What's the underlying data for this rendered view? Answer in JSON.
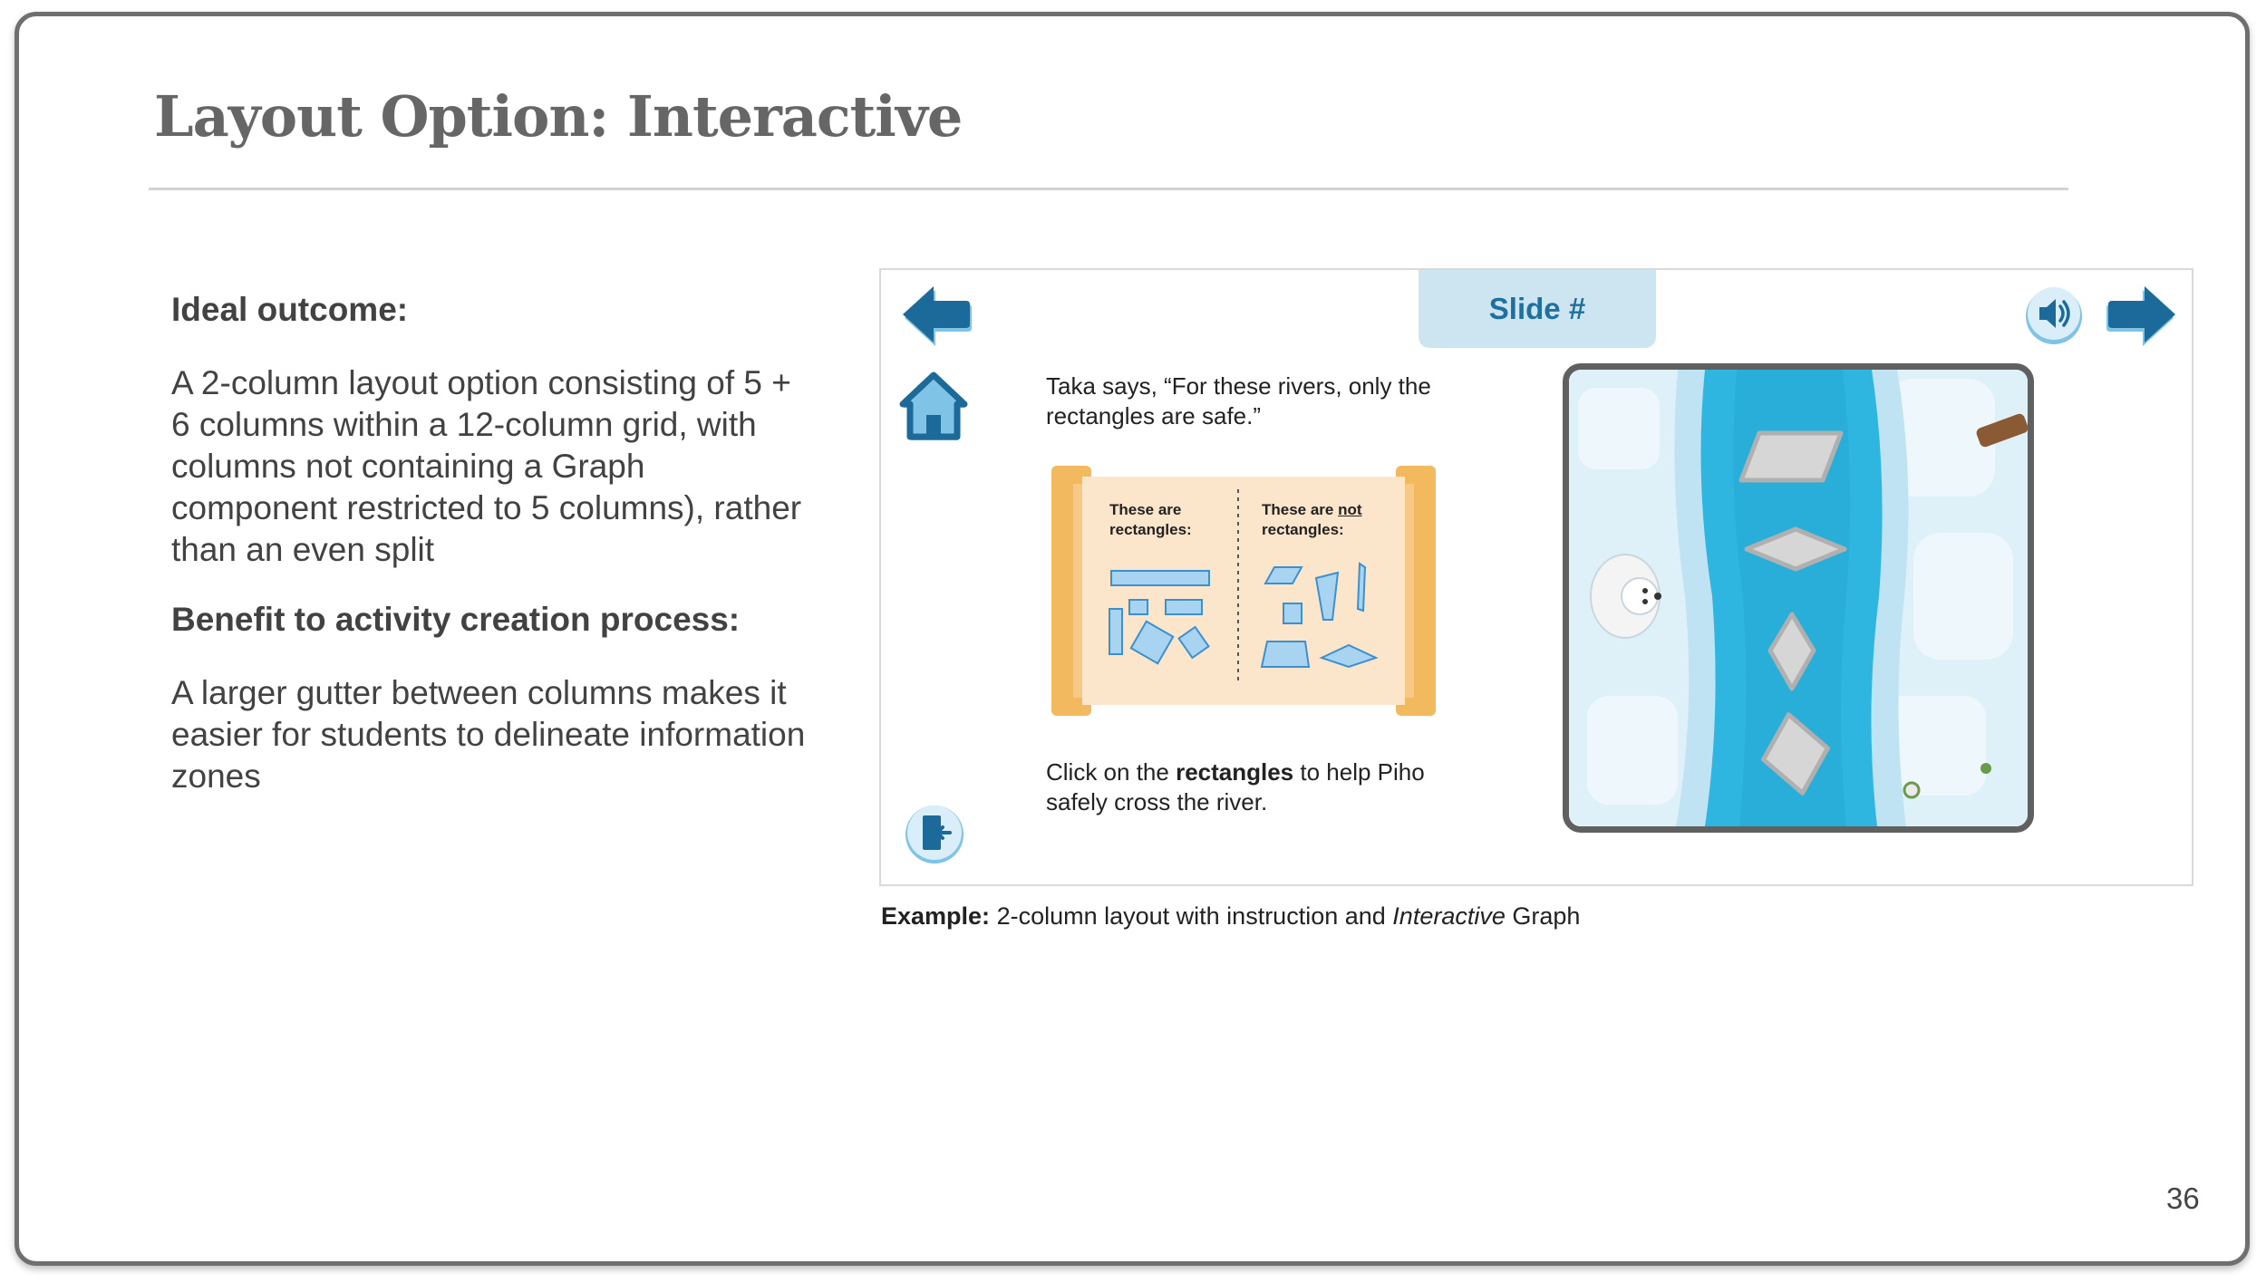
{
  "slide": {
    "title": "Layout Option: Interactive",
    "page_number": "36",
    "ideal_outcome_heading": "Ideal outcome:",
    "ideal_outcome_text": "A 2-column layout option consisting of 5 + 6 columns within a 12-column grid, with columns not containing a Graph component restricted to 5 columns), rather than an even split",
    "benefit_heading": "Benefit to activity creation process:",
    "benefit_text": "A larger gutter between columns makes it easier for students to delineate information zones"
  },
  "example": {
    "slide_tab_label": "Slide #",
    "instruction_top": "Taka says, “For these rivers, only the rectangles are safe.”",
    "scroll_left_label": "These are rectangles:",
    "scroll_right_label_prefix": "These are ",
    "scroll_right_label_emph": "not",
    "scroll_right_label_suffix": " rectangles:",
    "instruction_bottom_prefix": "Click on the ",
    "instruction_bottom_emph": "rectangles",
    "instruction_bottom_suffix": " to help Piho safely cross the river.",
    "icons": [
      "back-arrow-icon",
      "home-icon",
      "exit-icon",
      "speaker-icon",
      "forward-arrow-icon"
    ]
  },
  "caption": {
    "bold": "Example:",
    "text_before": " 2-column layout with instruction and ",
    "italic": "Interactive",
    "text_after": " Graph"
  },
  "colors": {
    "title": "#666666",
    "body_text": "#424242",
    "accent_blue": "#1f6f9f",
    "tab_bg": "#cde4f1",
    "river": "#2fb6e0",
    "scroll": "#f6c987"
  }
}
